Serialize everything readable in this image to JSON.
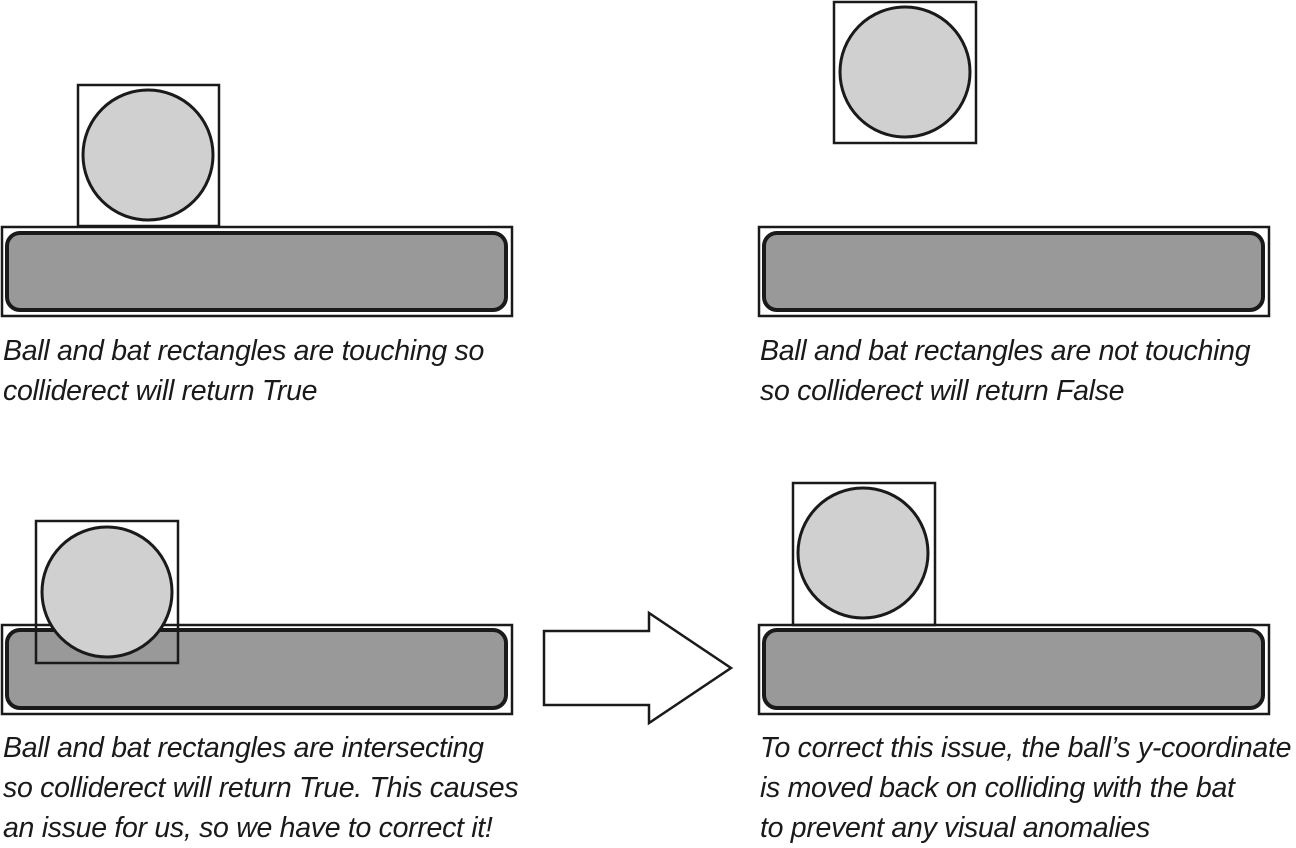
{
  "colors": {
    "ball_fill": "#d0d0d0",
    "bat_fill": "#999999",
    "outline": "#1a1a1a",
    "background": "#ffffff",
    "arrow_fill": "#ffffff"
  },
  "panels": [
    {
      "id": "touching",
      "caption_lines": [
        "Ball and bat rectangles are touching so",
        "colliderect will return True"
      ]
    },
    {
      "id": "not-touching",
      "caption_lines": [
        "Ball and bat rectangles are not touching",
        "so colliderect will return False"
      ]
    },
    {
      "id": "intersecting",
      "caption_lines": [
        "Ball and bat rectangles are intersecting",
        "so colliderect will return True. This causes",
        "an issue for us, so we have to correct it!"
      ]
    },
    {
      "id": "corrected",
      "caption_lines": [
        "To correct this issue, the ball’s y-coordinate",
        "is moved back on colliding with the bat",
        "to prevent any visual anomalies"
      ]
    }
  ],
  "arrow": {
    "icon": "right-arrow-icon"
  }
}
